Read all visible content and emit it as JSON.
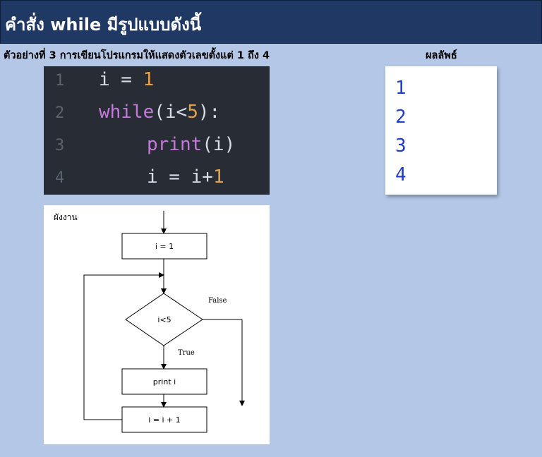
{
  "header": {
    "title": "คำสั่ง while มีรูปแบบดังนี้"
  },
  "example_title": "ตัวอย่างที่ 3 การเขียนโปรแกรมให้แสดงตัวเลขตั้งแต่ 1 ถึง 4",
  "output": {
    "label": "ผลลัพธ์",
    "lines": [
      "1",
      "2",
      "3",
      "4"
    ],
    "text_color": "#1f3ccc"
  },
  "code": {
    "line_numbers": [
      "1",
      "2",
      "3",
      "4"
    ],
    "lines": [
      {
        "var": "i",
        "op": " = ",
        "num": "1"
      },
      {
        "kw": "while",
        "open": "(i<",
        "num": "5",
        "close": "):"
      },
      {
        "fn": "print",
        "arg": "(i)"
      },
      {
        "var": "i",
        "op": " = ",
        "expr": "i+",
        "num": "1"
      }
    ],
    "colors": {
      "background": "#282c34",
      "keyword": "#c678dd",
      "number": "#e5a24a",
      "text": "#d8dee9"
    }
  },
  "flowchart": {
    "label": "ผังงาน",
    "init": "i = 1",
    "condition": "i<5",
    "false_label": "False",
    "true_label": "True",
    "body": "print i",
    "increment": "i = i + 1"
  },
  "colors": {
    "header": "#1f3864",
    "page": "#b4c7e7"
  }
}
